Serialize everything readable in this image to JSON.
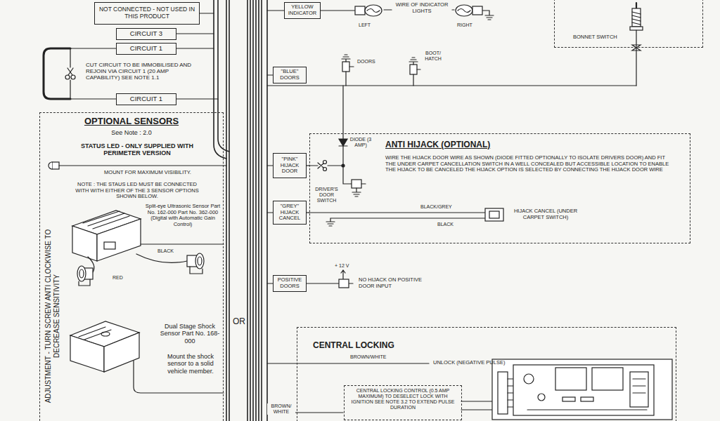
{
  "diagram": {
    "nodes": [
      {
        "text": [
          "NOT CONNECTED - NOT USED IN THIS PRODUCT"
        ]
      },
      {
        "text": [
          "CIRCUIT 3"
        ]
      },
      {
        "text": [
          "CIRCUIT 1"
        ]
      },
      {
        "text": [
          "CIRCUIT 1"
        ]
      },
      {
        "text": [
          "OPTIONAL SENSORS",
          "See Note : 2.0"
        ]
      },
      {
        "text": [
          "YELLOW INDICATOR"
        ]
      },
      {
        "text": [
          "BONNET SWITCH"
        ]
      },
      {
        "text": [
          "\"BLUE\" DOORS"
        ]
      },
      {
        "text": [
          "ANTI HIJACK (OPTIONAL)",
          "WIRE THE HIJACK DOOR WIRE AS SHOWN (DIODE FITTED OPTIONALLY TO ISOLATE DRIVERS DOOR) AND FIT THE UNDER CARPET CANCELLATION SWITCH IN A WELL CONCEALED BUT ACCESSIBLE LOCATION TO ENABLE THE HIJACK TO BE CANCELED THE HIJACK OPTION IS SELECTED BY CONNECTING THE HIJACK DOOR WIRE"
        ]
      },
      {
        "text": [
          "\"PINK\" HIJACK DOOR"
        ]
      },
      {
        "text": [
          "\"GREY\" HIJACK CANCEL"
        ]
      },
      {
        "text": [
          "POSITIVE DOORS"
        ]
      },
      {
        "text": [
          "CENTRAL LOCKING"
        ]
      },
      {
        "text": [
          "CENTRAL LOCKING CONTROL (0.5 AMP MAXIMUM) TO DESELECT LOCK WITH IGNITION SEE NOTE 3.2 TO EXTEND PULSE DURATION"
        ],
        "in": 12
      }
    ],
    "edges": [
      {
        "from": 9,
        "to": 8,
        "arrow": "none"
      },
      {
        "from": 10,
        "to": 8,
        "arrow": "none"
      }
    ],
    "labels": [
      "CUT CIRCUIT TO BE IMMOBILISED AND REJOIN VIA CIRCUIT 1 (20 AMP CAPABILITY) SEE NOTE 1.1",
      "STATUS LED - ONLY SUPPLIED WITH PERIMETER VERSION",
      "MOUNT FOR MAXIMUM VISIBILITY.",
      "NOTE : THE STAUS LED MUST BE CONNECTED WITH WITH EITHER OF THE 3 SENSOR OPTIONS SHOWN BELOW.",
      "Split-eye Ultrasonic Sensor Part No. 162-000 Part No. 362-000 (Digital with Automatic Gain Control)",
      "BLACK",
      "RED",
      "ADJUSTMENT - TURN SCREW ANTI CLOCKWISE TO DECREASE SENSITIVITY",
      "OR",
      "Dual Stage Shock Sensor Part No. 168-000",
      "Mount the shock sensor to a solid vehicle member.",
      "WIRE OF INDICATOR LIGHTS",
      "LEFT",
      "RIGHT",
      "DOORS",
      "BOOT/ HATCH",
      "DIODE (3 AMP)",
      "DRIVER'S DOOR SWITCH",
      "BLACK/GREY",
      "BLACK",
      "HIJACK CANCEL (UNDER CARPET SWITCH)",
      "+ 12 V",
      "NO HIJACK ON POSITIVE DOOR INPUT",
      "BROWN/WHITE",
      "UNLOCK (NEGATIVE PULSE)",
      "BROWN/ WHITE"
    ]
  }
}
